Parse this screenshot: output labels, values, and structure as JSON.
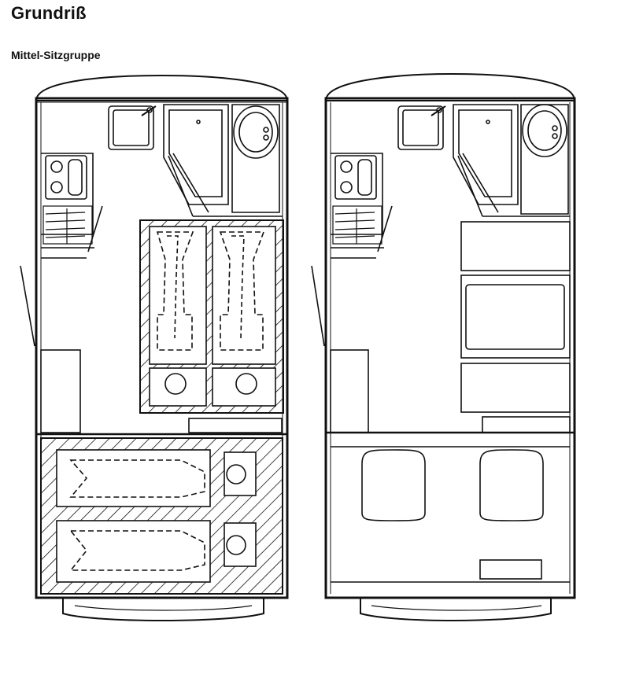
{
  "title": "Grundriß",
  "subtitle": "Mittel-Sitzgruppe",
  "colors": {
    "line": "#111111",
    "background": "#ffffff"
  },
  "plans": [
    {
      "variant": "beds"
    },
    {
      "variant": "seats"
    }
  ]
}
